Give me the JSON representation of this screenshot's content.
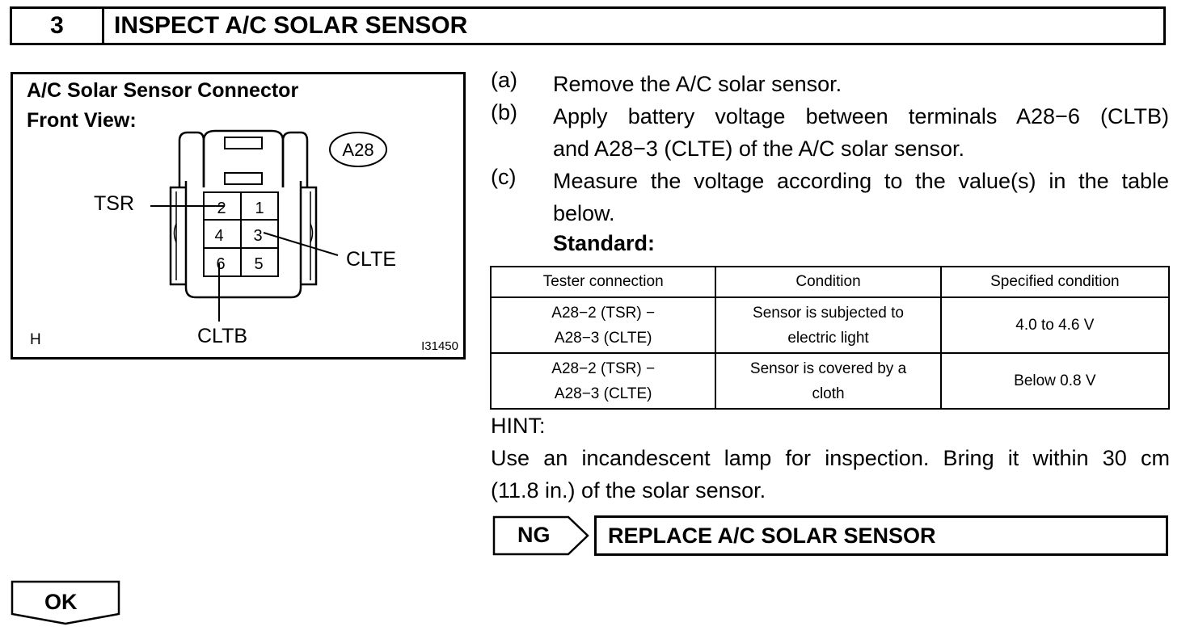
{
  "header": {
    "step_number": "3",
    "title": "INSPECT A/C SOLAR SENSOR"
  },
  "figure": {
    "title_line1": "A/C Solar Sensor Connector",
    "title_line2": "Front View:",
    "connector_id": "A28",
    "pins": [
      "2",
      "1",
      "4",
      "3",
      "6",
      "5"
    ],
    "label_tsr": "TSR",
    "label_clte": "CLTE",
    "label_cltb": "CLTB",
    "code_left": "H",
    "code_right": "I31450"
  },
  "steps": [
    {
      "letter": "(a)",
      "lines": [
        "Remove the A/C solar sensor."
      ]
    },
    {
      "letter": "(b)",
      "lines": [
        "Apply battery voltage between terminals A28−6 (CLTB)",
        "and A28−3 (CLTE) of the A/C solar sensor."
      ]
    },
    {
      "letter": "(c)",
      "lines": [
        "Measure the voltage according to the value(s) in the table",
        "below."
      ]
    }
  ],
  "standard_label": "Standard:",
  "table": {
    "headers": [
      "Tester connection",
      "Condition",
      "Specified condition"
    ],
    "rows": [
      {
        "connection": [
          "A28−2 (TSR) −",
          "A28−3 (CLTE)"
        ],
        "condition": [
          "Sensor is subjected to",
          "electric light"
        ],
        "spec": "4.0 to 4.6 V"
      },
      {
        "connection": [
          "A28−2 (TSR) −",
          "A28−3 (CLTE)"
        ],
        "condition": [
          "Sensor is covered by a",
          "cloth"
        ],
        "spec": "Below 0.8 V"
      }
    ]
  },
  "hint": {
    "label": "HINT:",
    "line1": "Use an incandescent lamp for inspection. Bring it within 30 cm",
    "line2": "(11.8 in.) of the solar sensor."
  },
  "ng": {
    "label": "NG",
    "action": "REPLACE A/C SOLAR SENSOR"
  },
  "ok": {
    "label": "OK"
  }
}
